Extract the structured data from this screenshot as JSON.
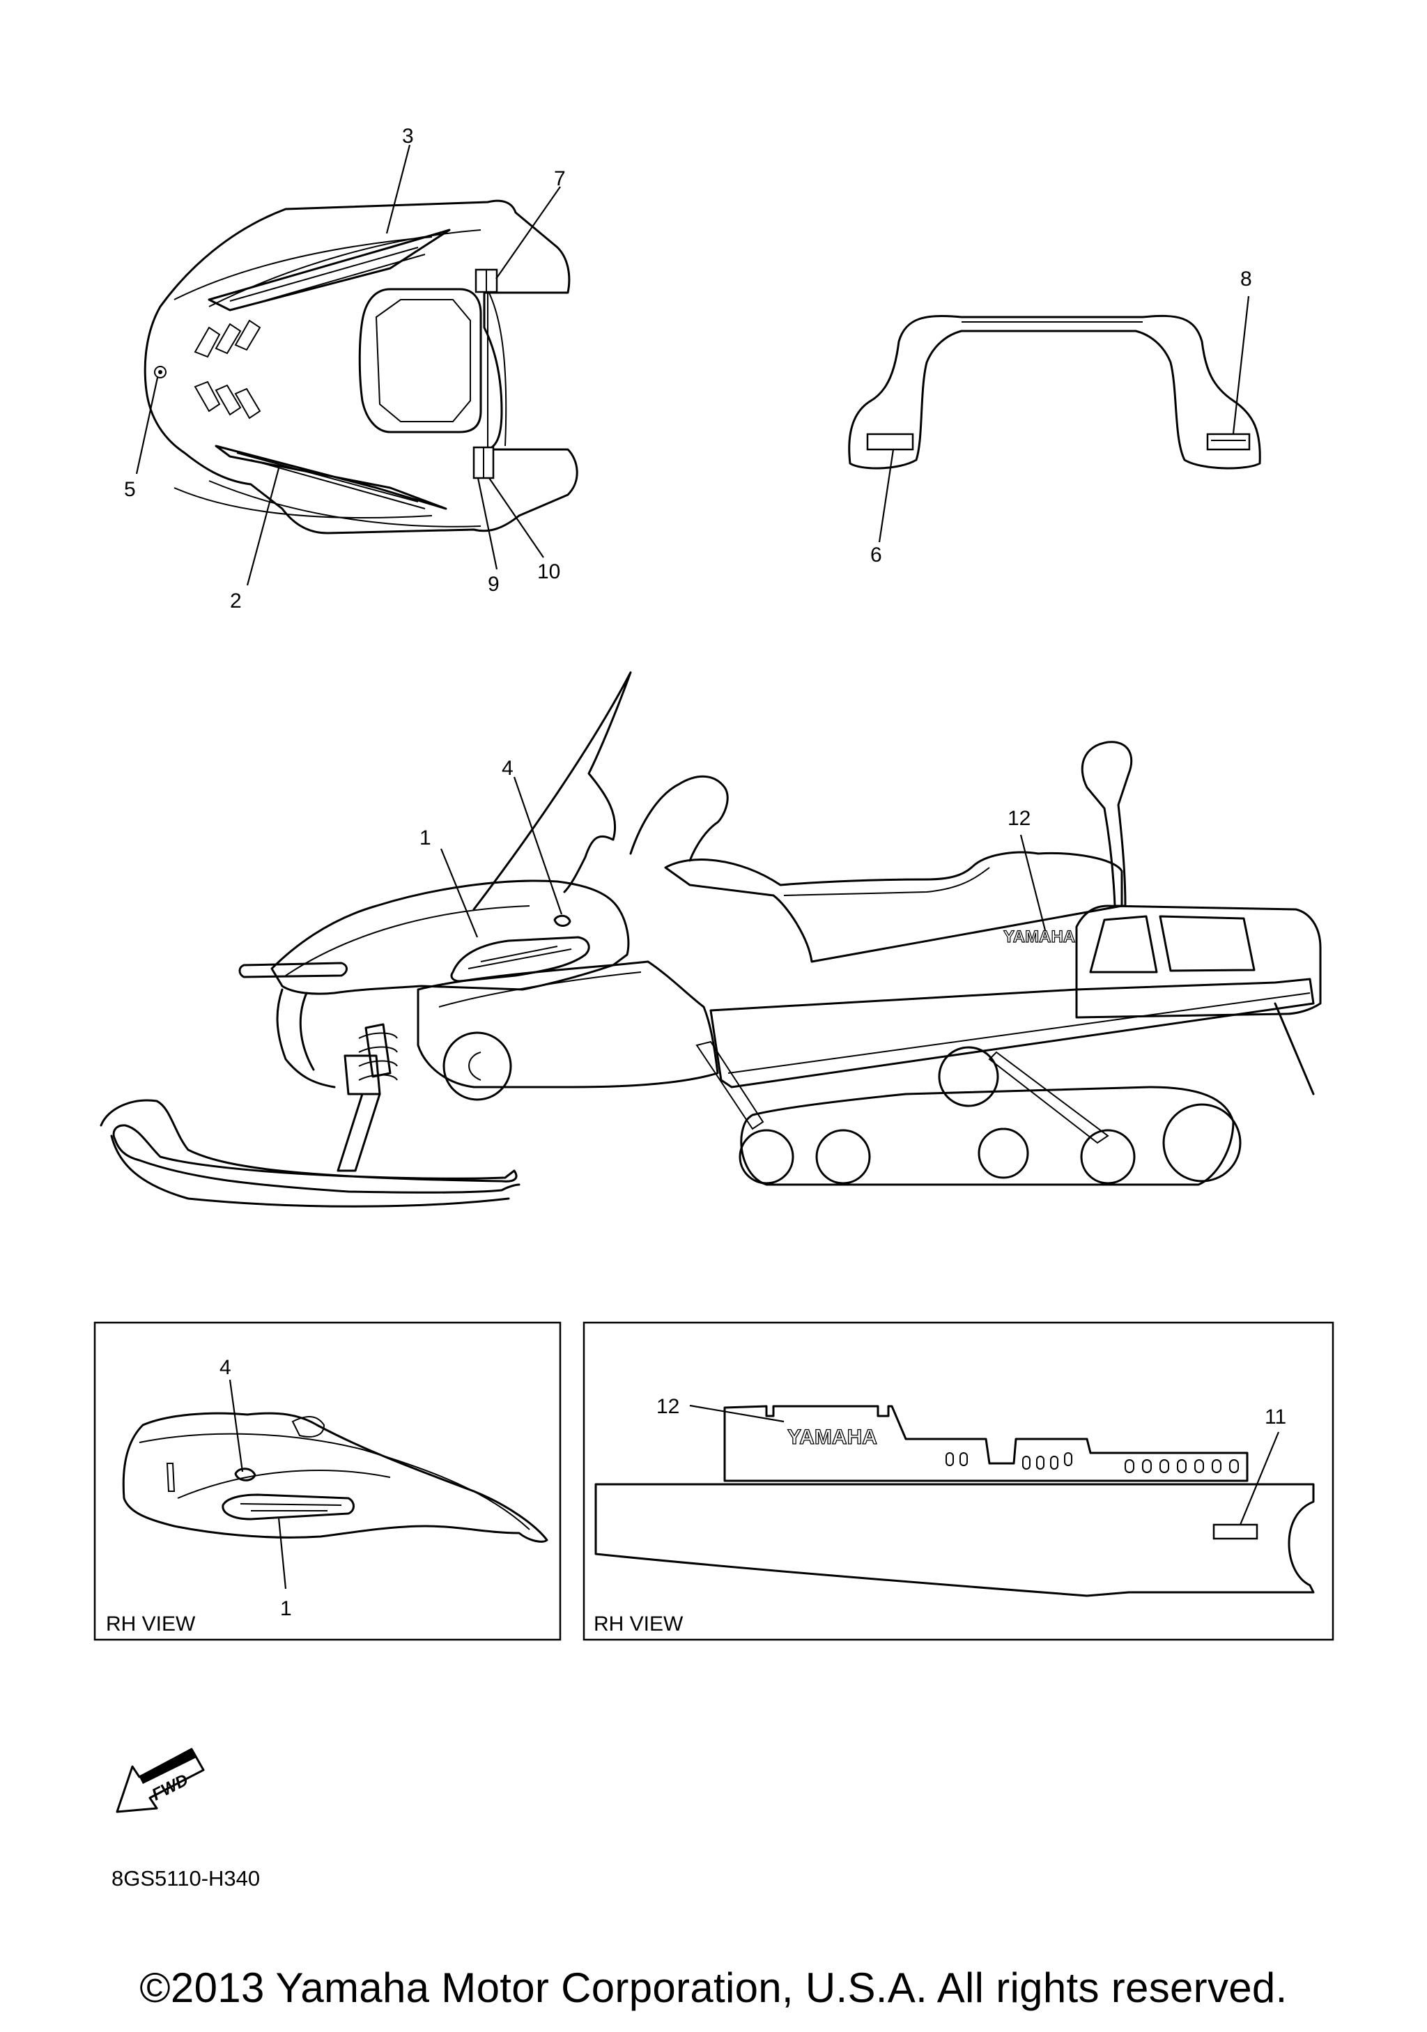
{
  "callouts": {
    "c1": "1",
    "c2": "2",
    "c3": "3",
    "c4": "4",
    "c5": "5",
    "c6": "6",
    "c7": "7",
    "c8": "8",
    "c9": "9",
    "c10": "10",
    "c11": "11",
    "c12": "12"
  },
  "rh_view_left": {
    "label": "RH VIEW",
    "c4": "4",
    "c1": "1"
  },
  "rh_view_right": {
    "label": "RH VIEW",
    "c12": "12",
    "c11": "11"
  },
  "decal_text": {
    "yamaha_side": "YAMAHA",
    "yamaha_inset": "YAMAHA",
    "fwd": "FWD"
  },
  "diagram_code": "8GS5110-H340",
  "copyright": "©2013 Yamaha Motor Corporation, U.S.A. All rights reserved."
}
